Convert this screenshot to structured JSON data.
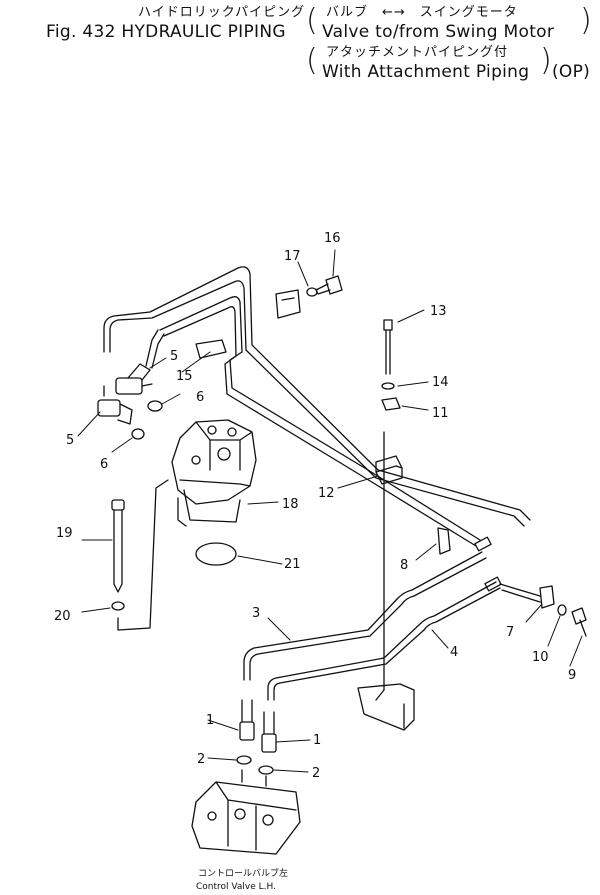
{
  "header": {
    "jp_line1": "ハイドロリックパイピング",
    "fig_title": "Fig. 432  HYDRAULIC PIPING",
    "jp_sub1": "バルブ　←→　スイングモータ",
    "en_sub1": "Valve to/from Swing Motor",
    "jp_sub2": "アタッチメントパイピング付",
    "en_sub2": "With Attachment Piping",
    "option": "(OP)"
  },
  "caption": {
    "jp": "コントロールバルブ左",
    "en": "Control Valve L.H."
  },
  "callouts": [
    "1",
    "1",
    "2",
    "2",
    "3",
    "4",
    "5",
    "5",
    "6",
    "6",
    "7",
    "8",
    "9",
    "10",
    "11",
    "12",
    "13",
    "14",
    "15",
    "16",
    "17",
    "18",
    "19",
    "20",
    "21"
  ]
}
